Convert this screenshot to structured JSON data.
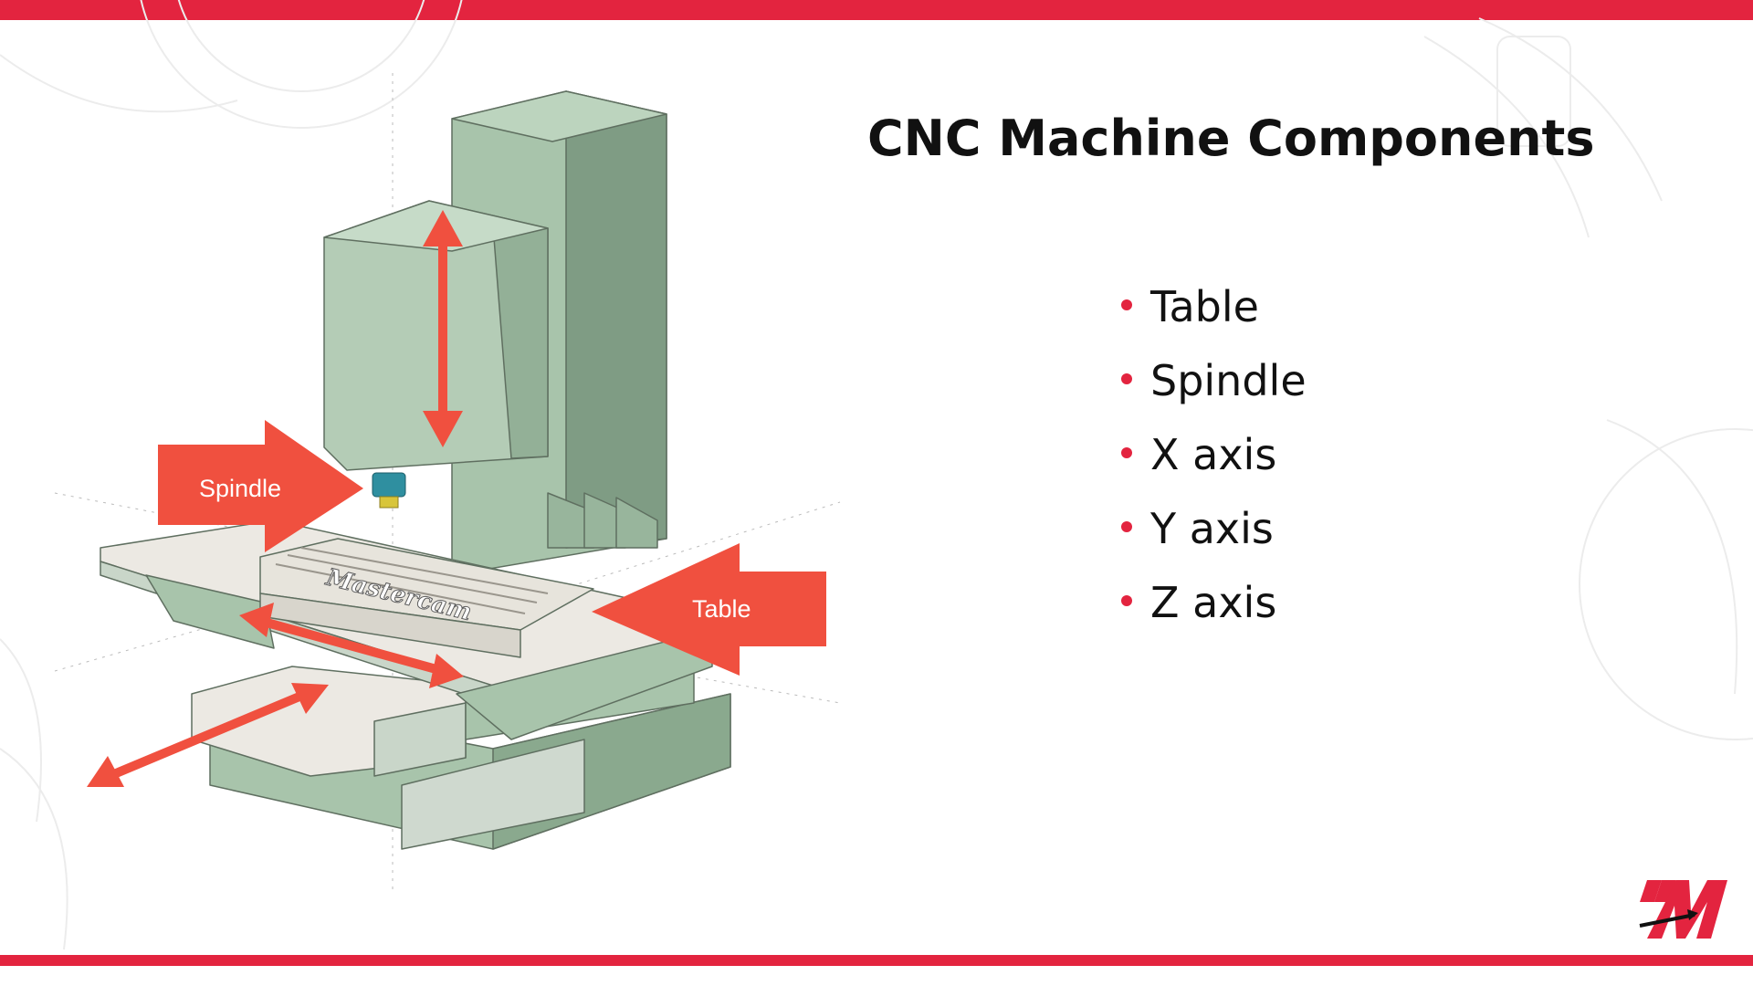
{
  "slide": {
    "title": "CNC Machine Components",
    "bullets": [
      "Table",
      "Spindle",
      "X axis",
      "Y axis",
      "Z axis"
    ]
  },
  "diagram": {
    "machine_brand_text": "Mastercam",
    "callouts": {
      "spindle": "Spindle",
      "table": "Table"
    }
  },
  "colors": {
    "accent": "#e3243f",
    "arrow": "#f0503f",
    "machine_green": "#a8c4ab",
    "machine_dark_green": "#7f9c84",
    "machine_gray": "#ece9e3"
  },
  "icons": {
    "logo": "mastercam-m-logo"
  }
}
